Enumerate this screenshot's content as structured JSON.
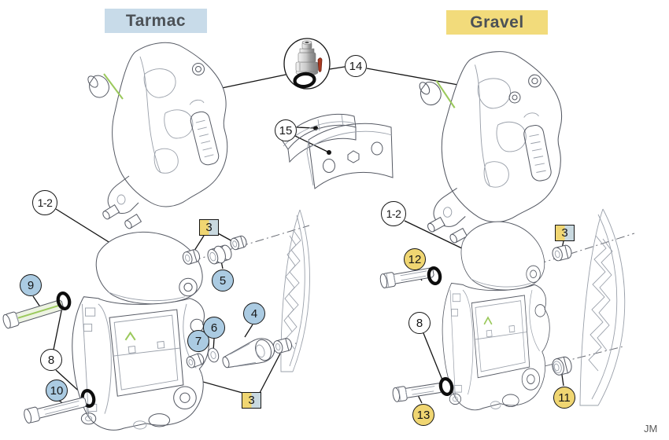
{
  "diagram": {
    "left_header": {
      "label": "Tarmac"
    },
    "right_header": {
      "label": "Gravel"
    },
    "credit": "JM",
    "colors": {
      "tarmac_header_bg": "#c8dbe9",
      "gravel_header_bg": "#f2db7b",
      "header_text": "#4c5156",
      "callout_blue": "#abcbe2",
      "callout_yellow": "#f0d672",
      "callout_split_left": "#f0d672",
      "callout_split_right": "#c9d9e0",
      "green_accent": "#9bc95c",
      "red_accent": "#a93a22",
      "line_art": "#565a64",
      "leader_line": "#141414"
    },
    "callouts": [
      {
        "id": "left-caliper-assembly",
        "label": "1-2",
        "style": "white-circle"
      },
      {
        "id": "left-mount-nut-upper",
        "label": "3",
        "style": "split-box"
      },
      {
        "id": "left-bushing",
        "label": "5",
        "style": "blue-circle"
      },
      {
        "id": "left-banjo-bolt",
        "label": "9",
        "style": "blue-circle"
      },
      {
        "id": "left-o-rings",
        "label": "8",
        "style": "white-circle"
      },
      {
        "id": "left-mount-bolt",
        "label": "10",
        "style": "blue-circle"
      },
      {
        "id": "left-spacer",
        "label": "7",
        "style": "blue-circle"
      },
      {
        "id": "left-washer",
        "label": "6",
        "style": "blue-circle"
      },
      {
        "id": "left-link-arm",
        "label": "4",
        "style": "blue-circle"
      },
      {
        "id": "left-mount-nut-lower",
        "label": "3",
        "style": "split-box"
      },
      {
        "id": "bleed-screw-kit",
        "label": "14",
        "style": "white-circle"
      },
      {
        "id": "brake-pads",
        "label": "15",
        "style": "white-circle"
      },
      {
        "id": "right-caliper-assembly",
        "label": "1-2",
        "style": "white-circle"
      },
      {
        "id": "right-upper-bolt",
        "label": "12",
        "style": "yellow-circle"
      },
      {
        "id": "right-o-rings",
        "label": "8",
        "style": "white-circle"
      },
      {
        "id": "right-lower-bolt",
        "label": "13",
        "style": "yellow-circle"
      },
      {
        "id": "right-nut",
        "label": "11",
        "style": "yellow-circle"
      },
      {
        "id": "right-mount-nut",
        "label": "3",
        "style": "split-box"
      }
    ]
  }
}
